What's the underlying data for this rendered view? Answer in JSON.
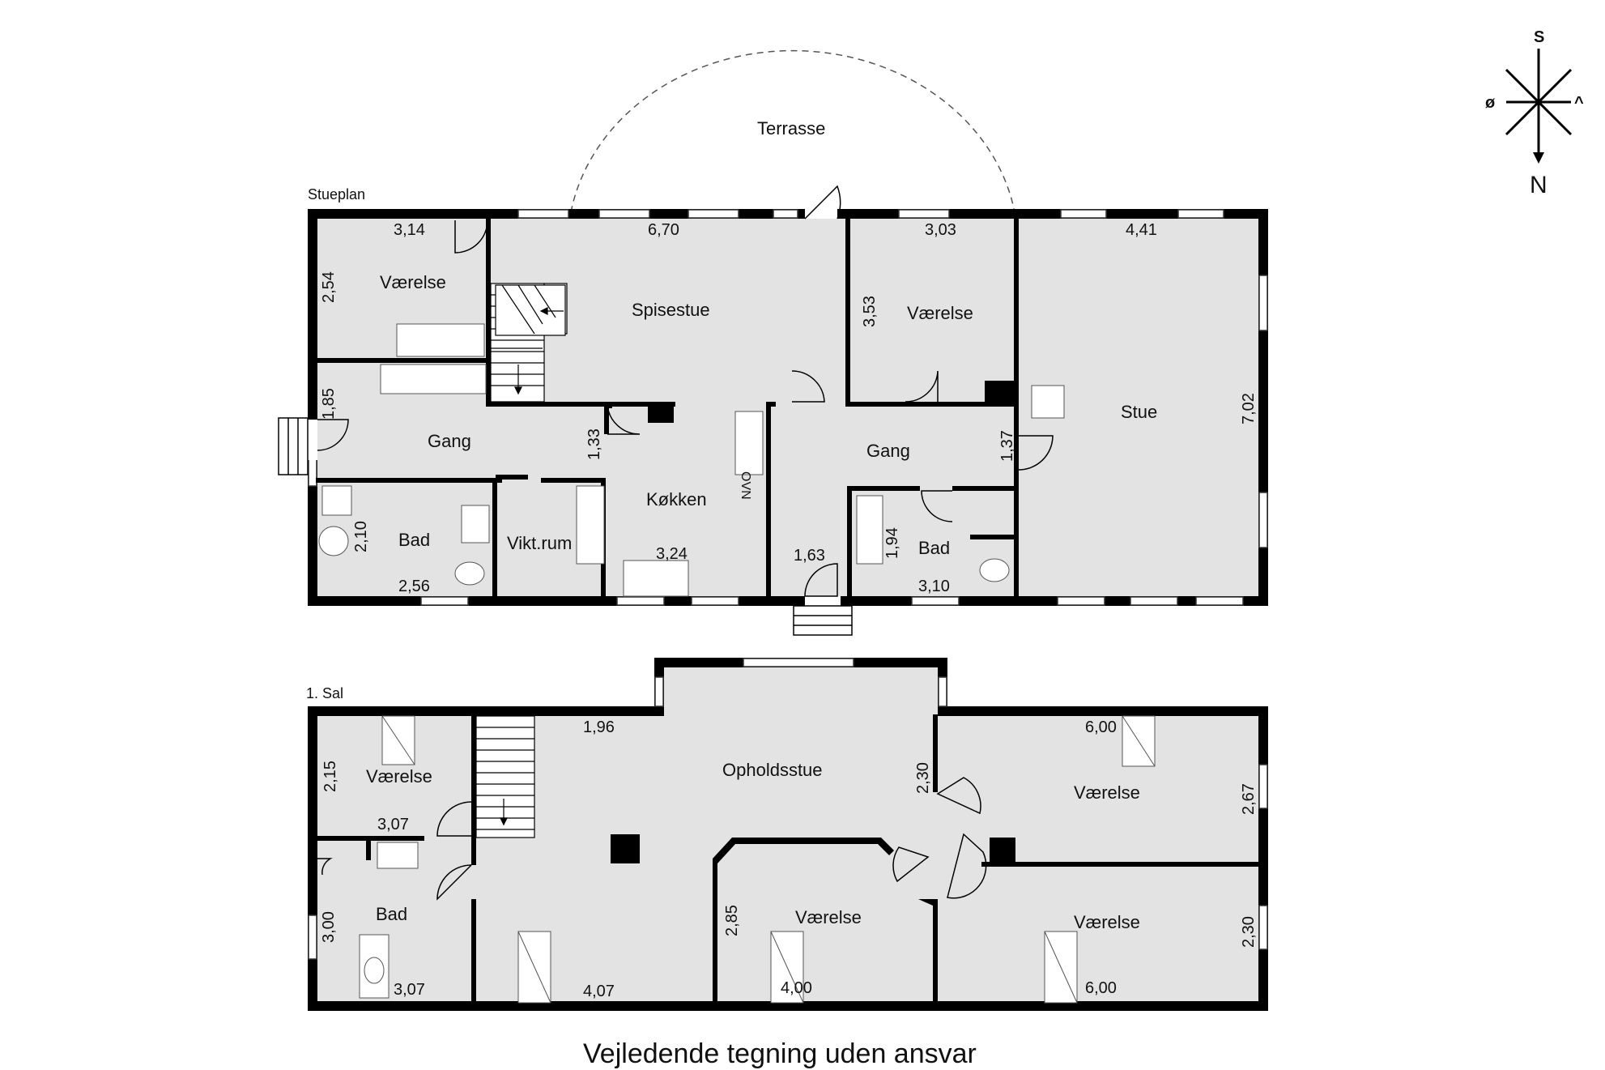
{
  "caption": "Vejledende tegning uden ansvar",
  "compass": {
    "top": "S",
    "left": "ø",
    "right": "^",
    "bottom": "N"
  },
  "ground_floor": {
    "title": "Stueplan",
    "terrace": "Terrasse",
    "rooms": {
      "vaerelse_nw": "Værelse",
      "spisestue": "Spisestue",
      "vaerelse_mid": "Værelse",
      "stue": "Stue",
      "gang_w": "Gang",
      "gang_e": "Gang",
      "koekken": "Køkken",
      "bad_w": "Bad",
      "viktrum": "Vikt.rum",
      "bad_e": "Bad"
    },
    "dims": {
      "d314": "3,14",
      "d670": "6,70",
      "d303": "3,03",
      "d441": "4,41",
      "d254": "2,54",
      "d353": "3,53",
      "d702": "7,02",
      "d185": "1,85",
      "d133": "1,33",
      "d137": "1,37",
      "d210": "2,10",
      "d256": "2,56",
      "d324": "3,24",
      "d163": "1,63",
      "d194": "1,94",
      "d310": "3,10"
    },
    "oven_label": "OVN"
  },
  "first_floor": {
    "title": "1. Sal",
    "rooms": {
      "vaerelse_nw": "Værelse",
      "opholdsstue": "Opholdsstue",
      "vaerelse_ne": "Værelse",
      "bad": "Bad",
      "vaerelse_c": "Værelse",
      "vaerelse_se": "Værelse"
    },
    "dims": {
      "d196": "1,96",
      "d600a": "6,00",
      "d215": "2,15",
      "d307a": "3,07",
      "d230a": "2,30",
      "d267": "2,67",
      "d300": "3,00",
      "d307b": "3,07",
      "d407": "4,07",
      "d285": "2,85",
      "d400": "4,00",
      "d230b": "2,30",
      "d600b": "6,00"
    }
  },
  "colors": {
    "wall": "#000000",
    "floor": "#e3e3e3",
    "line": "#333333"
  }
}
